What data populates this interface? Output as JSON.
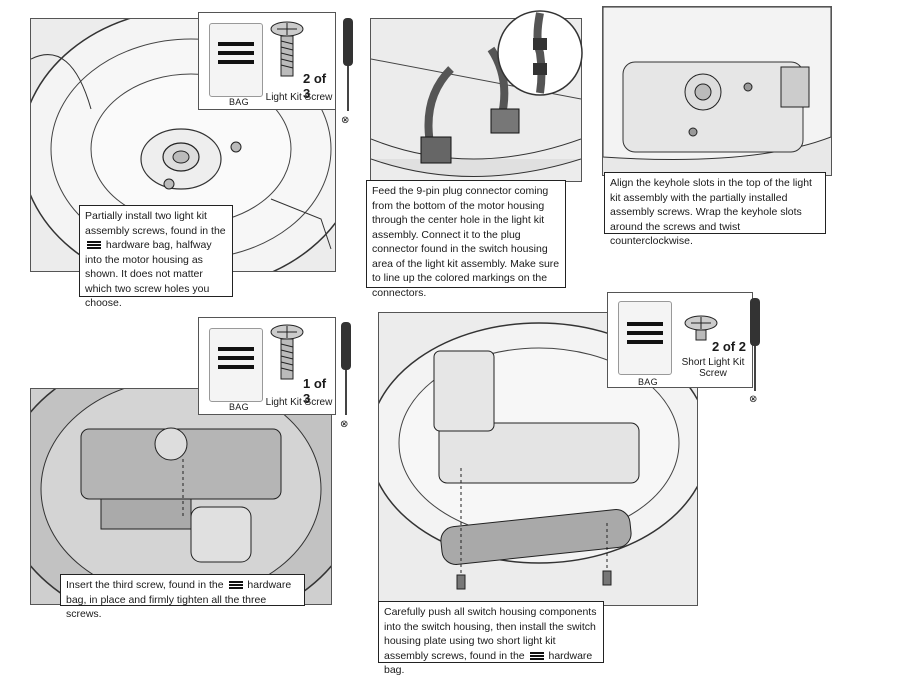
{
  "steps": [
    {
      "caption_parts": [
        "Partially install two light kit assembly screws, found in the ",
        " hardware bag, halfway into the motor housing as shown. It does not matter which two screw holes you choose."
      ],
      "bag_label": "BAG",
      "count": "2 of 3",
      "screw_name": "Light Kit Screw"
    },
    {
      "caption": "Feed the 9-pin plug connector coming from the bottom of the motor housing through the center hole in the light kit assembly. Connect it to the plug connector found in the switch housing area of the light kit assembly. Make sure to line up the colored markings on the connectors."
    },
    {
      "caption": "Align the keyhole slots in the top of the light kit assembly with the partially installed assembly screws. Wrap the keyhole slots around the screws and twist counterclockwise."
    },
    {
      "caption_parts": [
        "Insert the third screw, found in the ",
        " hardware bag, in place and firmly tighten all the three screws."
      ],
      "bag_label": "BAG",
      "count": "1 of 3",
      "screw_name": "Light Kit Screw"
    },
    {
      "caption_parts": [
        "Carefully push all switch housing components into the switch housing, then install the switch housing plate using two short light kit assembly screws, found in the ",
        " hardware bag."
      ],
      "bag_label": "BAG",
      "count": "2 of 2",
      "screw_name": "Short Light Kit Screw"
    }
  ],
  "colors": {
    "line": "#222222",
    "panel_bg": "#ededed",
    "dark_panel_bg": "#cfcfcf"
  },
  "icons": [
    "hardware-bag-icon",
    "screw-icon",
    "screwdriver-icon",
    "tighten-direction-icon",
    "connector-icon"
  ]
}
